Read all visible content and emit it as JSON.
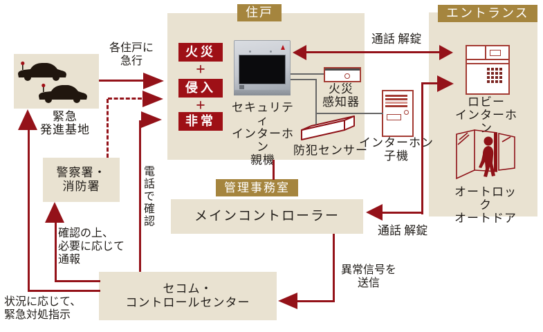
{
  "zones": {
    "unit": {
      "label": "住戸"
    },
    "entrance": {
      "label": "エントランス"
    },
    "office": {
      "label": "管理事務室"
    }
  },
  "alarm_buttons": {
    "fire": "火災",
    "intrusion": "侵入",
    "emergency": "非常",
    "plus": "+"
  },
  "devices": {
    "intercom_main": "セキュリティ\nインターホン\n親機",
    "fire_detector": "火災\n感知器",
    "security_sensor": "防犯センサー",
    "intercom_sub": "インターホン\n子機",
    "lobby_intercom": "ロビー\nインターホン",
    "auto_door": "オートロック\nオートドア"
  },
  "nodes": {
    "dispatch_base": "緊急\n発進基地",
    "police_fire": "警察署・\n消防署",
    "main_controller": "メインコントローラー",
    "secom_center": "セコム・\nコントロールセンター"
  },
  "annotations": {
    "rush_to_unit": "各住戸に\n急行",
    "call_unlock_top": "通話 解錠",
    "call_unlock_bottom": "通話 解錠",
    "phone_confirm": "電話で確認",
    "send_alarm_signal": "異常信号を\n送信",
    "report_as_needed": "確認の上、\n必要に応じて\n通報",
    "emergency_instruction": "状況に応じて、\n緊急対処指示"
  },
  "colors": {
    "accent_red": "#941219",
    "button_red": "#9e1016",
    "label_gold": "#a5853e",
    "box_beige": "#e9e2d1",
    "device_outline": "#a33a32"
  }
}
